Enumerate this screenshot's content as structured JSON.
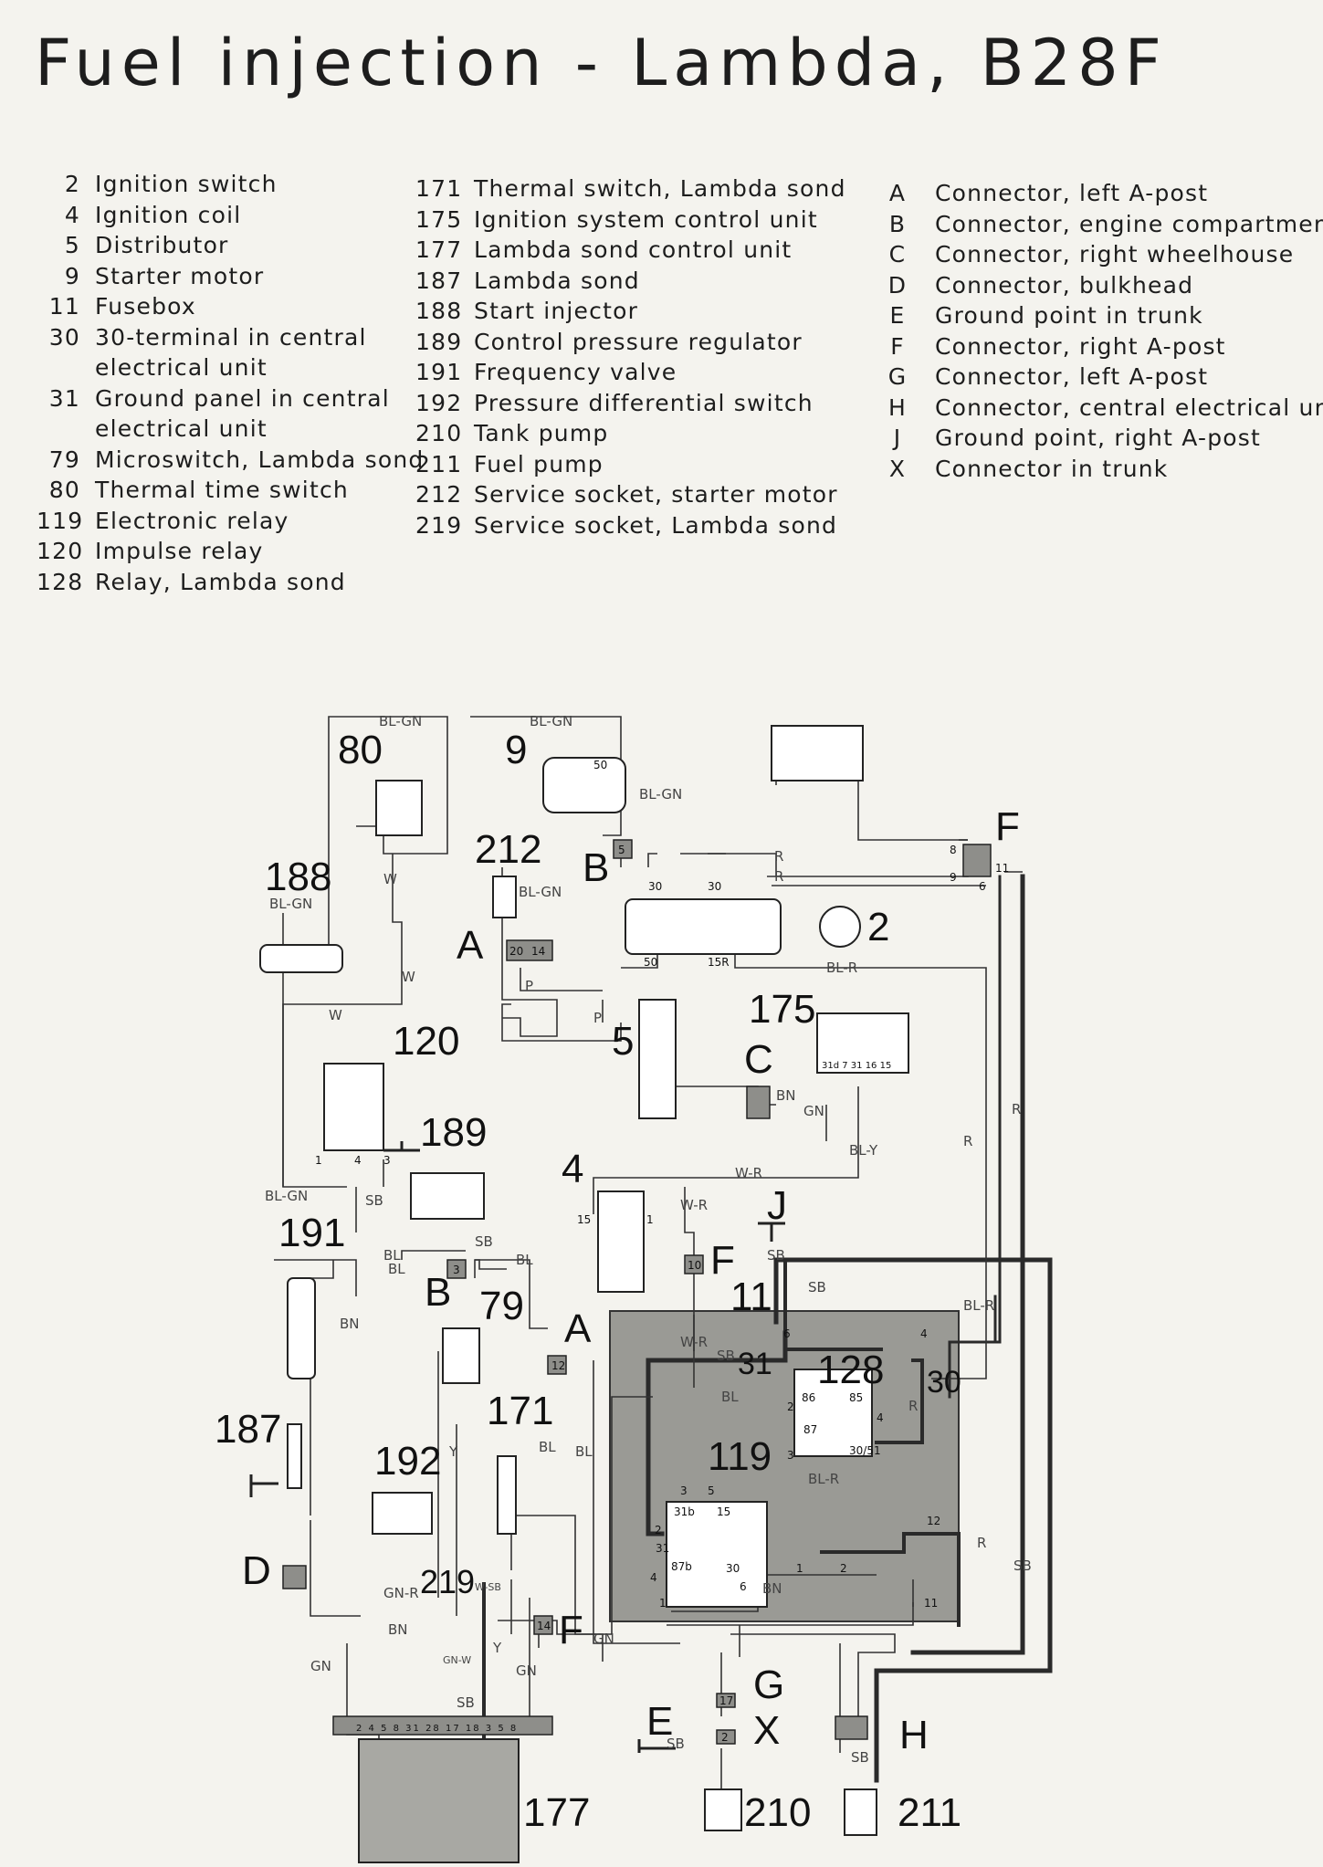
{
  "title": "Fuel injection - Lambda, B28F",
  "legend_components_1": [
    {
      "key": "2",
      "text": "Ignition switch"
    },
    {
      "key": "4",
      "text": "Ignition coil"
    },
    {
      "key": "5",
      "text": "Distributor"
    },
    {
      "key": "9",
      "text": "Starter motor"
    },
    {
      "key": "11",
      "text": "Fusebox"
    },
    {
      "key": "30",
      "text": "30-terminal in central"
    },
    {
      "key": "",
      "text": "electrical unit"
    },
    {
      "key": "31",
      "text": "Ground panel in central"
    },
    {
      "key": "",
      "text": "electrical unit"
    },
    {
      "key": "79",
      "text": "Microswitch, Lambda sond"
    },
    {
      "key": "80",
      "text": "Thermal time switch"
    },
    {
      "key": "119",
      "text": "Electronic relay"
    },
    {
      "key": "120",
      "text": "Impulse relay"
    },
    {
      "key": "128",
      "text": "Relay, Lambda sond"
    }
  ],
  "legend_components_2": [
    {
      "key": "171",
      "text": "Thermal switch, Lambda sond"
    },
    {
      "key": "175",
      "text": "Ignition system control unit"
    },
    {
      "key": "177",
      "text": "Lambda sond control unit"
    },
    {
      "key": "187",
      "text": "Lambda sond"
    },
    {
      "key": "188",
      "text": "Start injector"
    },
    {
      "key": "189",
      "text": "Control pressure regulator"
    },
    {
      "key": "191",
      "text": "Frequency valve"
    },
    {
      "key": "192",
      "text": "Pressure differential switch"
    },
    {
      "key": "210",
      "text": "Tank pump"
    },
    {
      "key": "211",
      "text": "Fuel pump"
    },
    {
      "key": "212",
      "text": "Service socket, starter motor"
    },
    {
      "key": "219",
      "text": "Service socket, Lambda sond"
    }
  ],
  "legend_connectors": [
    {
      "key": "A",
      "text": "Connector, left A-post"
    },
    {
      "key": "B",
      "text": "Connector, engine compartment"
    },
    {
      "key": "C",
      "text": "Connector, right wheelhouse"
    },
    {
      "key": "D",
      "text": "Connector, bulkhead"
    },
    {
      "key": "E",
      "text": "Ground point in trunk"
    },
    {
      "key": "F",
      "text": "Connector, right A-post"
    },
    {
      "key": "G",
      "text": "Connector, left A-post"
    },
    {
      "key": "H",
      "text": "Connector, central electrical unit"
    },
    {
      "key": "J",
      "text": "Ground point, right A-post"
    },
    {
      "key": "X",
      "text": "Connector in trunk"
    }
  ],
  "diagram": {
    "components": {
      "c80": "80",
      "c9": "9",
      "c212": "212",
      "c188": "188",
      "c2": "2",
      "c175": "175",
      "c5": "5",
      "c120": "120",
      "c189": "189",
      "c4": "4",
      "c191": "191",
      "c79": "79",
      "c11": "11",
      "c128": "128",
      "c119": "119",
      "c187": "187",
      "c192": "192",
      "c171": "171",
      "c219": "219",
      "c177": "177",
      "c210": "210",
      "c211": "211",
      "c30": "30",
      "c31": "31"
    },
    "connectors": {
      "A1": "A",
      "A2": "A",
      "B1": "B",
      "B2": "B",
      "C": "C",
      "D": "D",
      "E": "E",
      "F1": "F",
      "F2": "F",
      "F3": "F",
      "G": "G",
      "H": "H",
      "J": "J",
      "X": "X"
    },
    "wires": {
      "bl_gn": "BL-GN",
      "w": "W",
      "p": "P",
      "r": "R",
      "bl_r": "BL-R",
      "bn": "BN",
      "gn": "GN",
      "bl_y": "BL-Y",
      "w_r": "W-R",
      "sb": "SB",
      "bl": "BL",
      "y": "Y",
      "gn_r": "GN-R",
      "w_sb": "W-SB",
      "gn_w": "GN-W"
    },
    "pins": {
      "p50": "50",
      "p30": "30",
      "p15r": "15R",
      "p20": "20",
      "p14": "14",
      "p5": "5",
      "p3": "3",
      "p10": "10",
      "p12": "12",
      "p17": "17",
      "p2": "2",
      "p8": "8",
      "p9": "9",
      "p11": "11",
      "p6": "6",
      "p1": "1",
      "p4": "4",
      "p15": "15",
      "p31": "31",
      "p87": "87",
      "p86": "86",
      "p85": "85",
      "p30_51": "30/51",
      "p87b": "87b",
      "p31b": "31b"
    },
    "c175_pins": "31d 7 31 16 15",
    "c177_pins": "2 4 5 8 31 28 17 18 3 5 8"
  },
  "colors": {
    "paper": "#f4f3ee",
    "ink": "#1d1d1d",
    "fusebox_fill": "#9a9a95",
    "connector_fill": "#8e8e8a"
  }
}
